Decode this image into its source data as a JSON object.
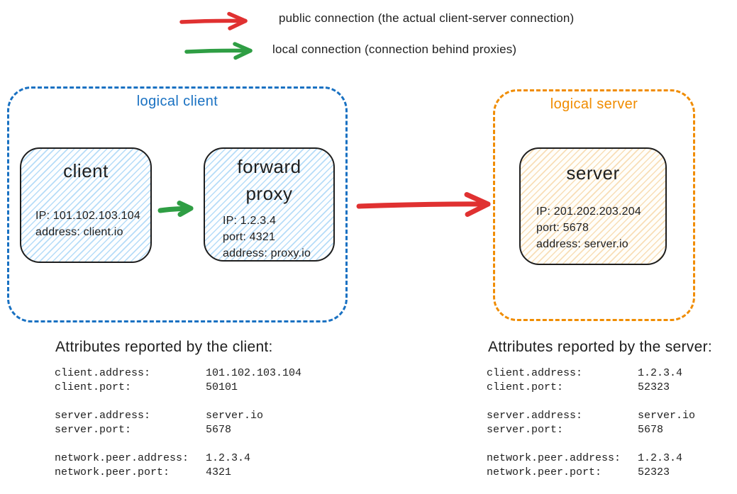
{
  "colors": {
    "red": "#e03131",
    "green": "#2f9e44",
    "blue": "#1971c2",
    "orange": "#f08c00",
    "ink": "#1e1e1e"
  },
  "legend": {
    "public_label": "public connection (the actual client-server connection)",
    "local_label": "local connection (connection behind proxies)"
  },
  "logical_client": {
    "label": "logical client",
    "client_node": {
      "title": "client",
      "lines": [
        "IP: 101.102.103.104",
        "address: client.io"
      ]
    },
    "proxy_node": {
      "title_line1": "forward",
      "title_line2": "proxy",
      "lines": [
        "IP: 1.2.3.4",
        "port: 4321",
        "address: proxy.io"
      ]
    }
  },
  "logical_server": {
    "label": "logical server",
    "server_node": {
      "title": "server",
      "lines": [
        "IP: 201.202.203.204",
        "port: 5678",
        "address: server.io"
      ]
    }
  },
  "client_attributes": {
    "heading": "Attributes reported by the client:",
    "groups": [
      [
        {
          "key": "client.address:",
          "value": "101.102.103.104"
        },
        {
          "key": "client.port:",
          "value": "50101"
        }
      ],
      [
        {
          "key": "server.address:",
          "value": "server.io"
        },
        {
          "key": "server.port:",
          "value": "5678"
        }
      ],
      [
        {
          "key": "network.peer.address:",
          "value": "1.2.3.4"
        },
        {
          "key": "network.peer.port:",
          "value": "4321"
        }
      ]
    ]
  },
  "server_attributes": {
    "heading": "Attributes reported by the server:",
    "groups": [
      [
        {
          "key": "client.address:",
          "value": "1.2.3.4"
        },
        {
          "key": "client.port:",
          "value": "52323"
        }
      ],
      [
        {
          "key": "server.address:",
          "value": "server.io"
        },
        {
          "key": "server.port:",
          "value": "5678"
        }
      ],
      [
        {
          "key": "network.peer.address:",
          "value": "1.2.3.4"
        },
        {
          "key": "network.peer.port:",
          "value": "52323"
        }
      ]
    ]
  }
}
